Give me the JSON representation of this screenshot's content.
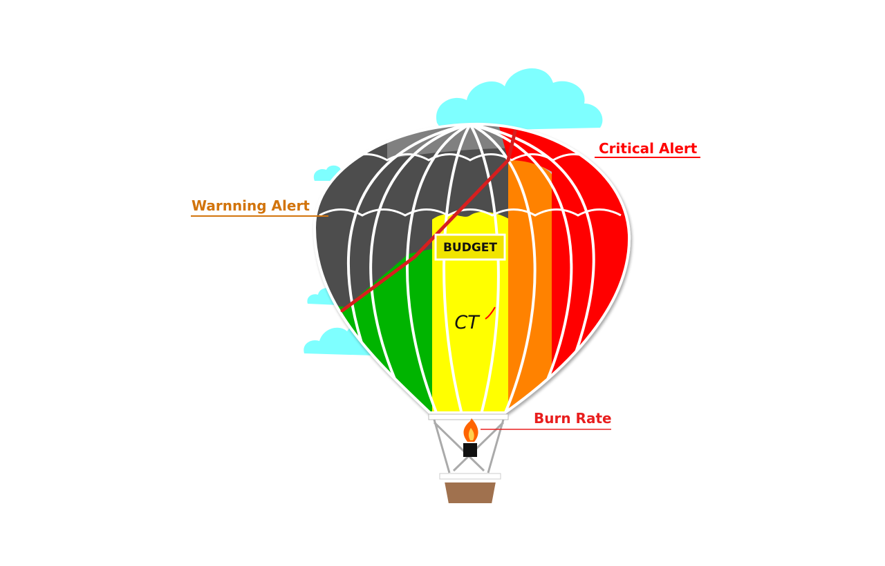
{
  "labels": {
    "critical": "Critical Alert",
    "warning": "Warnning Alert",
    "burn_rate": "Burn Rate",
    "badge": "BUDGET",
    "logo": "CT"
  },
  "colors": {
    "critical": "#ff0000",
    "warning": "#d2740c",
    "burn_rate": "#e81e1e",
    "sky_cloud": "#7effff",
    "zone_dark": "#4d4d4d",
    "zone_dark_top": "#808080",
    "zone_green": "#00b400",
    "zone_yellow": "#ffff00",
    "zone_orange": "#ff8200",
    "zone_red": "#ff0000",
    "basket": "#a0714e"
  },
  "icons": [
    "cloud-icon",
    "flame-icon",
    "burner-icon",
    "basket-icon",
    "logo-mark-icon"
  ]
}
